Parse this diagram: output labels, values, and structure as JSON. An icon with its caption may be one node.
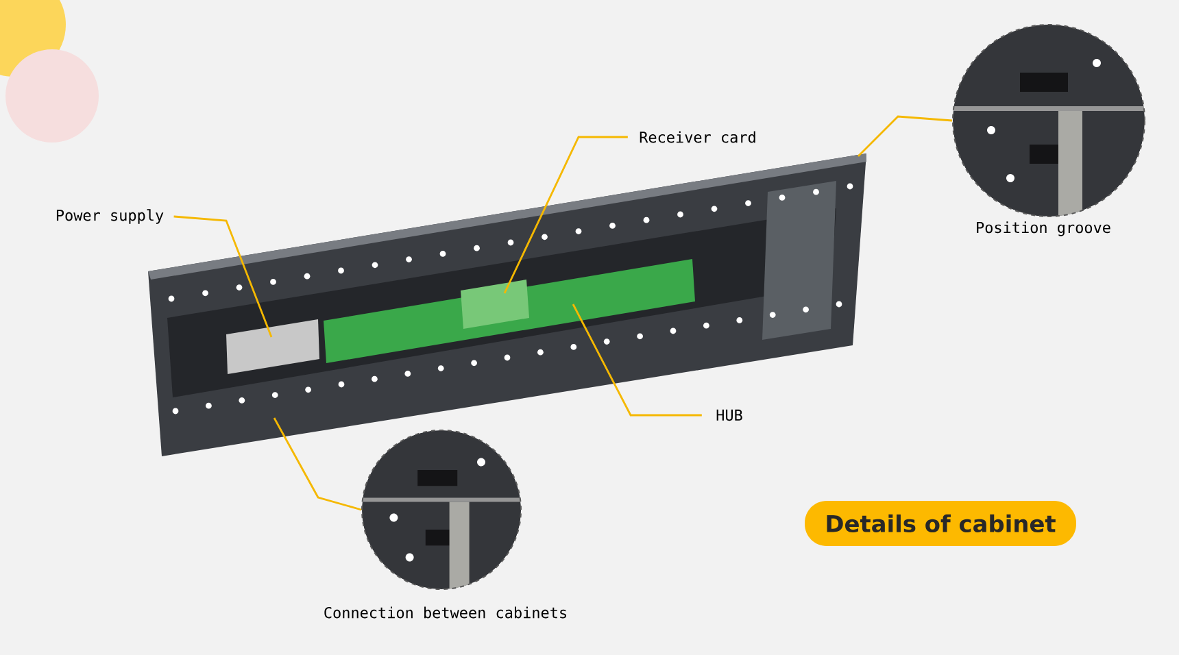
{
  "diagram": {
    "nodes": [
      {
        "text": [
          "Power supply"
        ]
      },
      {
        "text": [
          "Receiver card"
        ]
      },
      {
        "text": [
          "HUB"
        ]
      },
      {
        "text": [
          "Position groove"
        ]
      },
      {
        "text": [
          "Connection between cabinets"
        ]
      },
      {
        "text": [
          "Details of cabinet"
        ]
      }
    ],
    "edges": [
      {
        "from": 0,
        "to": null,
        "arrow": "none"
      },
      {
        "from": 1,
        "to": null,
        "arrow": "none"
      },
      {
        "from": 2,
        "to": null,
        "arrow": "none"
      },
      {
        "from": 3,
        "to": null,
        "arrow": "none"
      },
      {
        "from": 4,
        "to": null,
        "arrow": "none"
      }
    ]
  }
}
